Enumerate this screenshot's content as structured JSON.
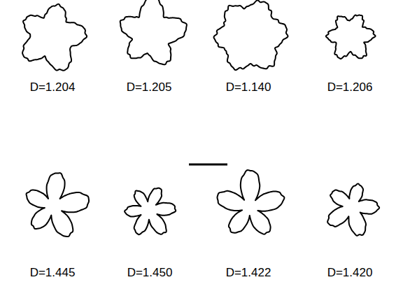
{
  "diagram": {
    "labels": [
      "D=1.204",
      "D=1.205",
      "D=1.140",
      "D=1.206",
      "D=1.445",
      "D=1.450",
      "D=1.422",
      "D=1.420"
    ]
  }
}
